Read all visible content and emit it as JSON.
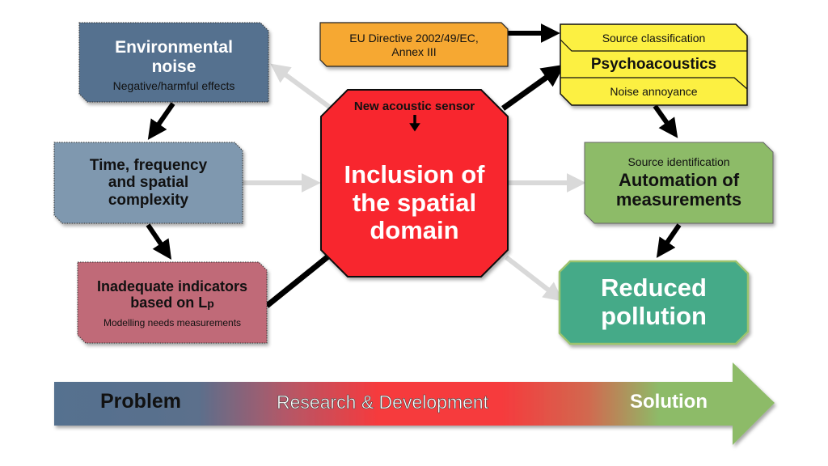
{
  "colors": {
    "environmental": "#55718F",
    "complexity": "#7F98AF",
    "indicators": "#C06A78",
    "directive": "#F6A833",
    "psychoacoustics": "#FCF043",
    "core": "#F8282E",
    "automation": "#8DBB68",
    "reduced": "#45AA88",
    "reduced_border": "#9CC36E",
    "arrow_strong": "#000000",
    "arrow_weak": "#D9D9D9",
    "band_problem": "#55718F",
    "band_rd": "#F63A3D",
    "band_solution": "#8DBB68"
  },
  "nodes": {
    "environmental": {
      "title_line1": "Environmental",
      "title_line2": "noise",
      "subtitle": "Negative/harmful effects"
    },
    "complexity": {
      "line1": "Time, frequency",
      "line2": "and spatial",
      "line3": "complexity"
    },
    "indicators": {
      "line1": "Inadequate indicators",
      "line2_prefix": "based on L",
      "line2_sub": "p",
      "subtitle": "Modelling needs measurements"
    },
    "directive": {
      "line1": "EU Directive 2002/49/EC,",
      "line2": "Annex III"
    },
    "psychoacoustics": {
      "top": "Source classification",
      "title": "Psychoacoustics",
      "bottom": "Noise annoyance"
    },
    "core": {
      "header": "New acoustic sensor",
      "title_line1": "Inclusion of",
      "title_line2": "the spatial",
      "title_line3": "domain",
      "arrow_icon": "down-arrow"
    },
    "automation": {
      "top": "Source identification",
      "title_line1": "Automation of",
      "title_line2": "measurements"
    },
    "reduced": {
      "title_line1": "Reduced",
      "title_line2": "pollution"
    }
  },
  "connections": [
    {
      "from": "environmental",
      "to": "complexity",
      "style": "strong"
    },
    {
      "from": "complexity",
      "to": "indicators",
      "style": "strong"
    },
    {
      "from": "indicators",
      "to": "core",
      "style": "strong"
    },
    {
      "from": "core",
      "to": "psychoacoustics",
      "style": "strong"
    },
    {
      "from": "directive",
      "to": "psychoacoustics",
      "style": "strong"
    },
    {
      "from": "psychoacoustics",
      "to": "automation",
      "style": "strong"
    },
    {
      "from": "automation",
      "to": "reduced",
      "style": "strong"
    },
    {
      "from": "core",
      "to": "environmental",
      "style": "weak"
    },
    {
      "from": "complexity",
      "to": "core",
      "style": "weak"
    },
    {
      "from": "core",
      "to": "automation",
      "style": "weak"
    },
    {
      "from": "core",
      "to": "reduced",
      "style": "weak"
    }
  ],
  "band": {
    "problem": "Problem",
    "rd": "Research & Development",
    "solution": "Solution"
  }
}
